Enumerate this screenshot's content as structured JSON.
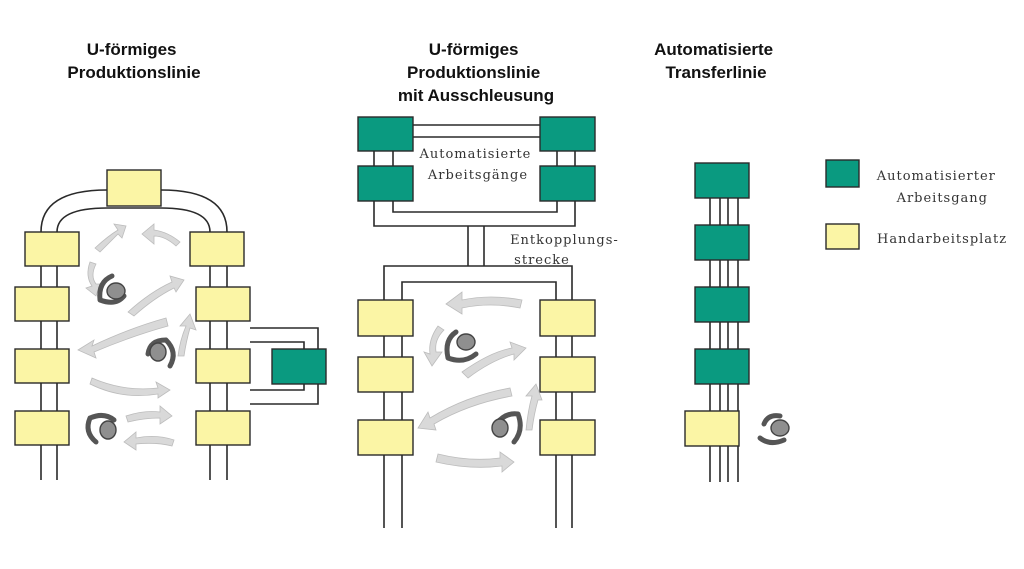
{
  "titles": {
    "u_line": [
      "U-förmiges",
      "Produktionslinie"
    ],
    "u_line_out": [
      "U-förmiges",
      "Produktionslinie",
      "mit Ausschleusung"
    ],
    "transfer": [
      "Automatisierte",
      "Transferlinie"
    ]
  },
  "labels": {
    "auto_ops": [
      "Automatisierte",
      "Arbeitsgänge"
    ],
    "decoupling": [
      "Entkopplungs-",
      "strecke"
    ]
  },
  "legend": {
    "auto": [
      "Automatisierter",
      "Arbeitsgang"
    ],
    "hand": [
      "Handarbeitsplatz"
    ]
  },
  "colors": {
    "automated": "#0a9a80",
    "manual": "#fbf5a5",
    "arrow": "#d9d9d9",
    "worker": "#8f8f8f"
  },
  "icons": [
    "worker-icon",
    "flow-arrow-icon"
  ]
}
